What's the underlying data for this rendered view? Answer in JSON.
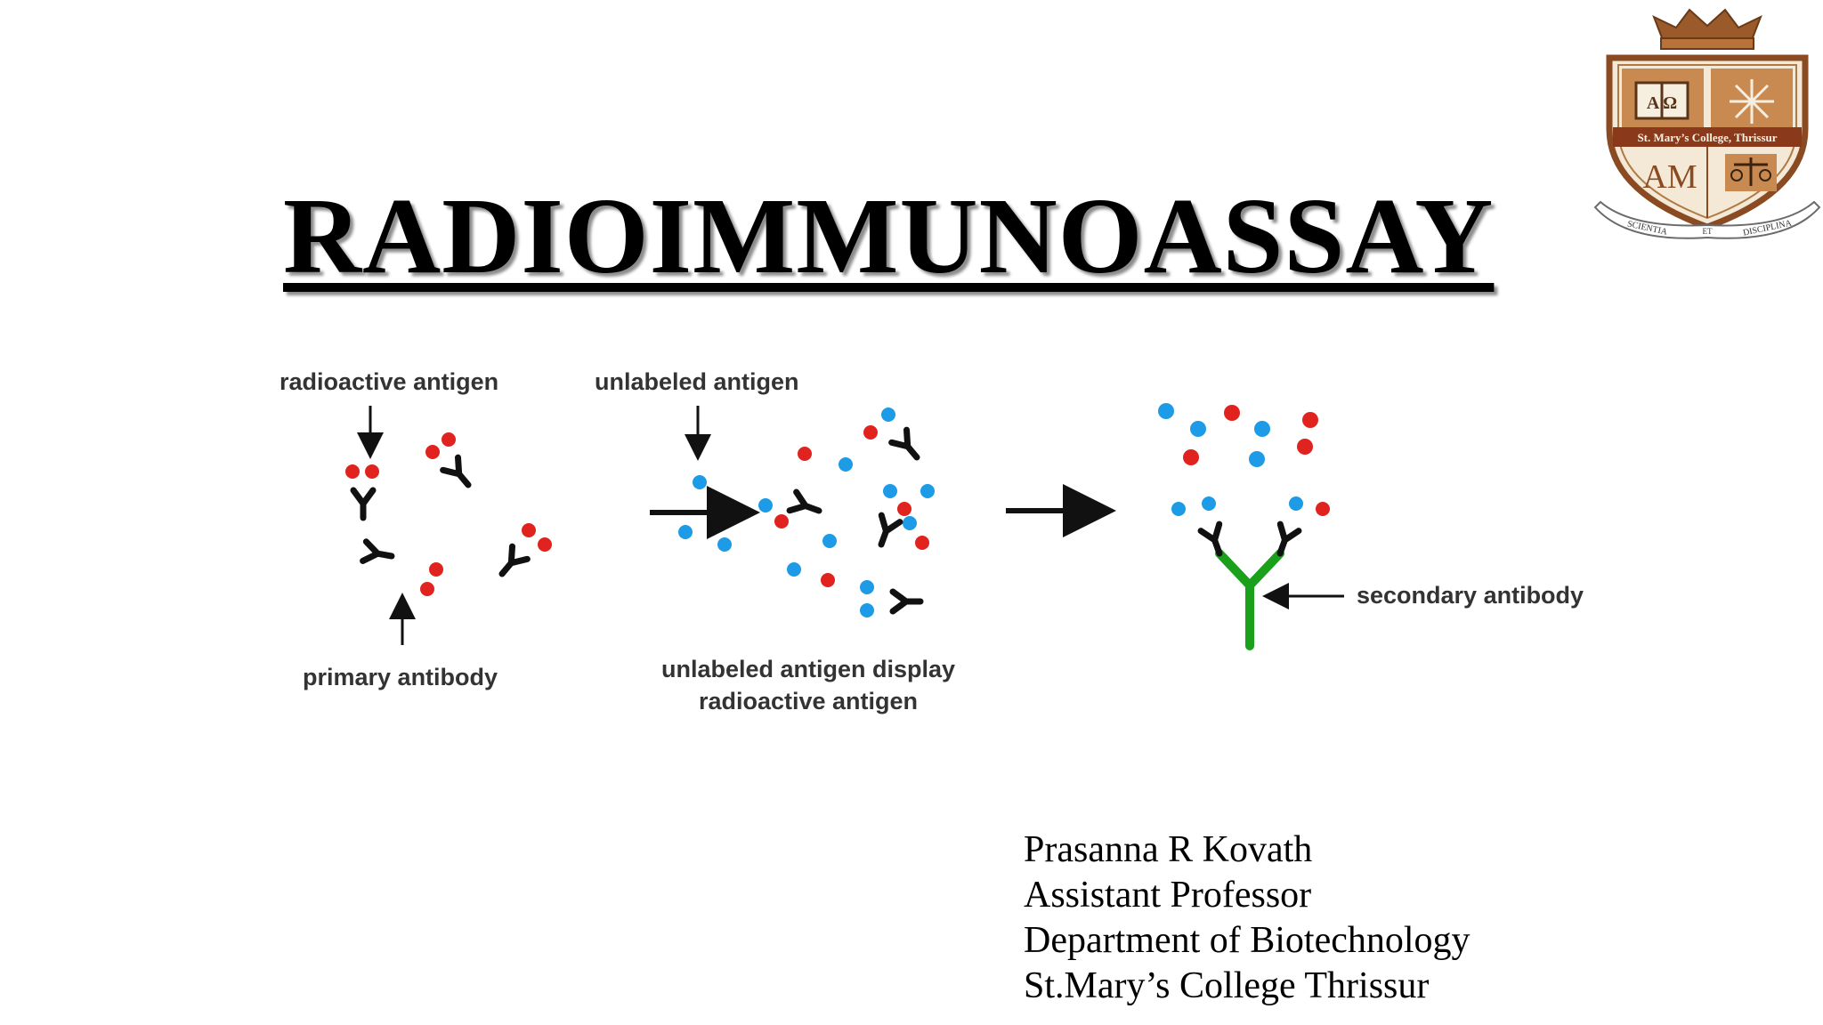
{
  "slide": {
    "title": "RADIOIMMUNOASSAY"
  },
  "diagram": {
    "labels": {
      "radioactive_antigen": "radioactive antigen",
      "primary_antibody": "primary antibody",
      "unlabeled_antigen": "unlabeled antigen",
      "display_line1": "unlabeled antigen display",
      "display_line2": "radioactive antigen",
      "secondary_antibody": "secondary antibody"
    },
    "colors": {
      "radioactive": "#e0231e",
      "unlabeled": "#1e9be6",
      "antibody": "#111111",
      "secondary_antibody": "#1aa01a"
    }
  },
  "author": {
    "name": "Prasanna R Kovath",
    "position": "Assistant Professor",
    "department": "Department of Biotechnology",
    "institution": "St.Mary’s College Thrissur"
  },
  "logo": {
    "banner_text": "St. Mary’s College, Thrissur",
    "motto_left": "SCIENTIA",
    "motto_mid": "ET",
    "motto_right": "DISCIPLINA",
    "book_text": "A Ω"
  }
}
